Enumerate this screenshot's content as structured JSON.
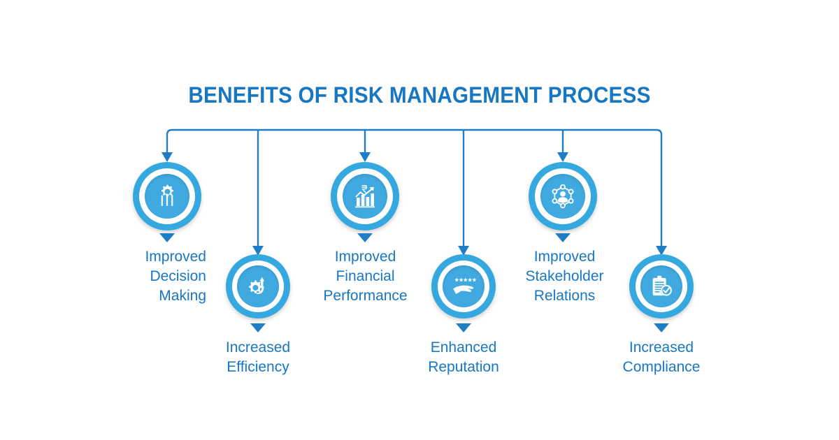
{
  "title": "BENEFITS OF RISK MANAGEMENT PROCESS",
  "colors": {
    "title_blue": "#1877c2",
    "circle_outer": "#35a8df",
    "circle_inner": "#3fa9e0",
    "connector_line": "#1e7dc4",
    "icon_white": "#ffffff",
    "background": "#ffffff"
  },
  "benefits": [
    {
      "id": "improved-decision-making",
      "label": "Improved\nDecision\nMaking",
      "icon": "gear-growth-arrows-icon",
      "row": "top"
    },
    {
      "id": "increased-efficiency",
      "label": "Increased\nEfficiency",
      "icon": "gear-up-arrow-icon",
      "row": "bottom"
    },
    {
      "id": "improved-financial-performance",
      "label": "Improved\nFinancial\nPerformance",
      "icon": "bar-chart-rupee-growth-icon",
      "row": "top"
    },
    {
      "id": "enhanced-reputation",
      "label": "Enhanced\nReputation",
      "icon": "hand-five-stars-icon",
      "row": "bottom"
    },
    {
      "id": "improved-stakeholder-relations",
      "label": "Improved\nStakeholder\nRelations",
      "icon": "person-network-nodes-icon",
      "row": "top"
    },
    {
      "id": "increased-compliance",
      "label": "Increased\nCompliance",
      "icon": "clipboard-checkmark-icon",
      "row": "bottom"
    }
  ]
}
